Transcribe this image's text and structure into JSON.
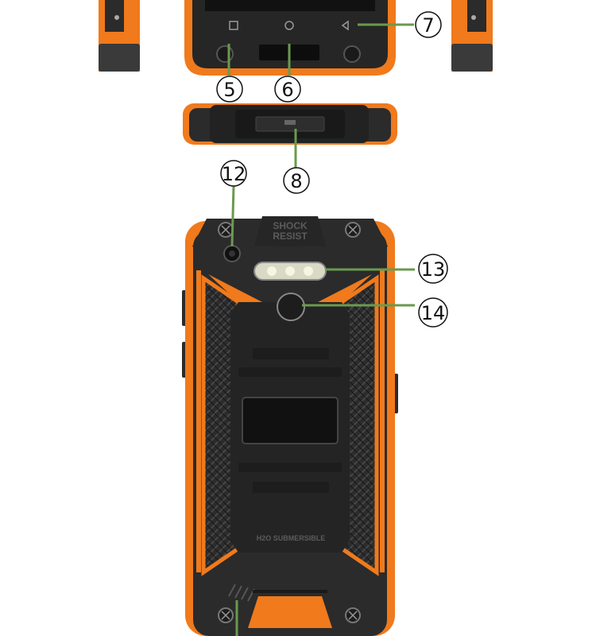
{
  "callouts": [
    {
      "id": "5",
      "label": "5"
    },
    {
      "id": "6",
      "label": "6"
    },
    {
      "id": "7",
      "label": "7"
    },
    {
      "id": "8",
      "label": "8"
    },
    {
      "id": "12",
      "label": "12"
    },
    {
      "id": "13",
      "label": "13"
    },
    {
      "id": "14",
      "label": "14"
    }
  ],
  "engravings": {
    "shock_line1": "SHOCK",
    "shock_line2": "RESIST",
    "submersible": "H2O SUBMERSIBLE"
  },
  "colors": {
    "orange": "#f07a1c",
    "body": "#2b2b2b",
    "dark": "#1a1a1a",
    "leader": "#6a9a4e"
  }
}
